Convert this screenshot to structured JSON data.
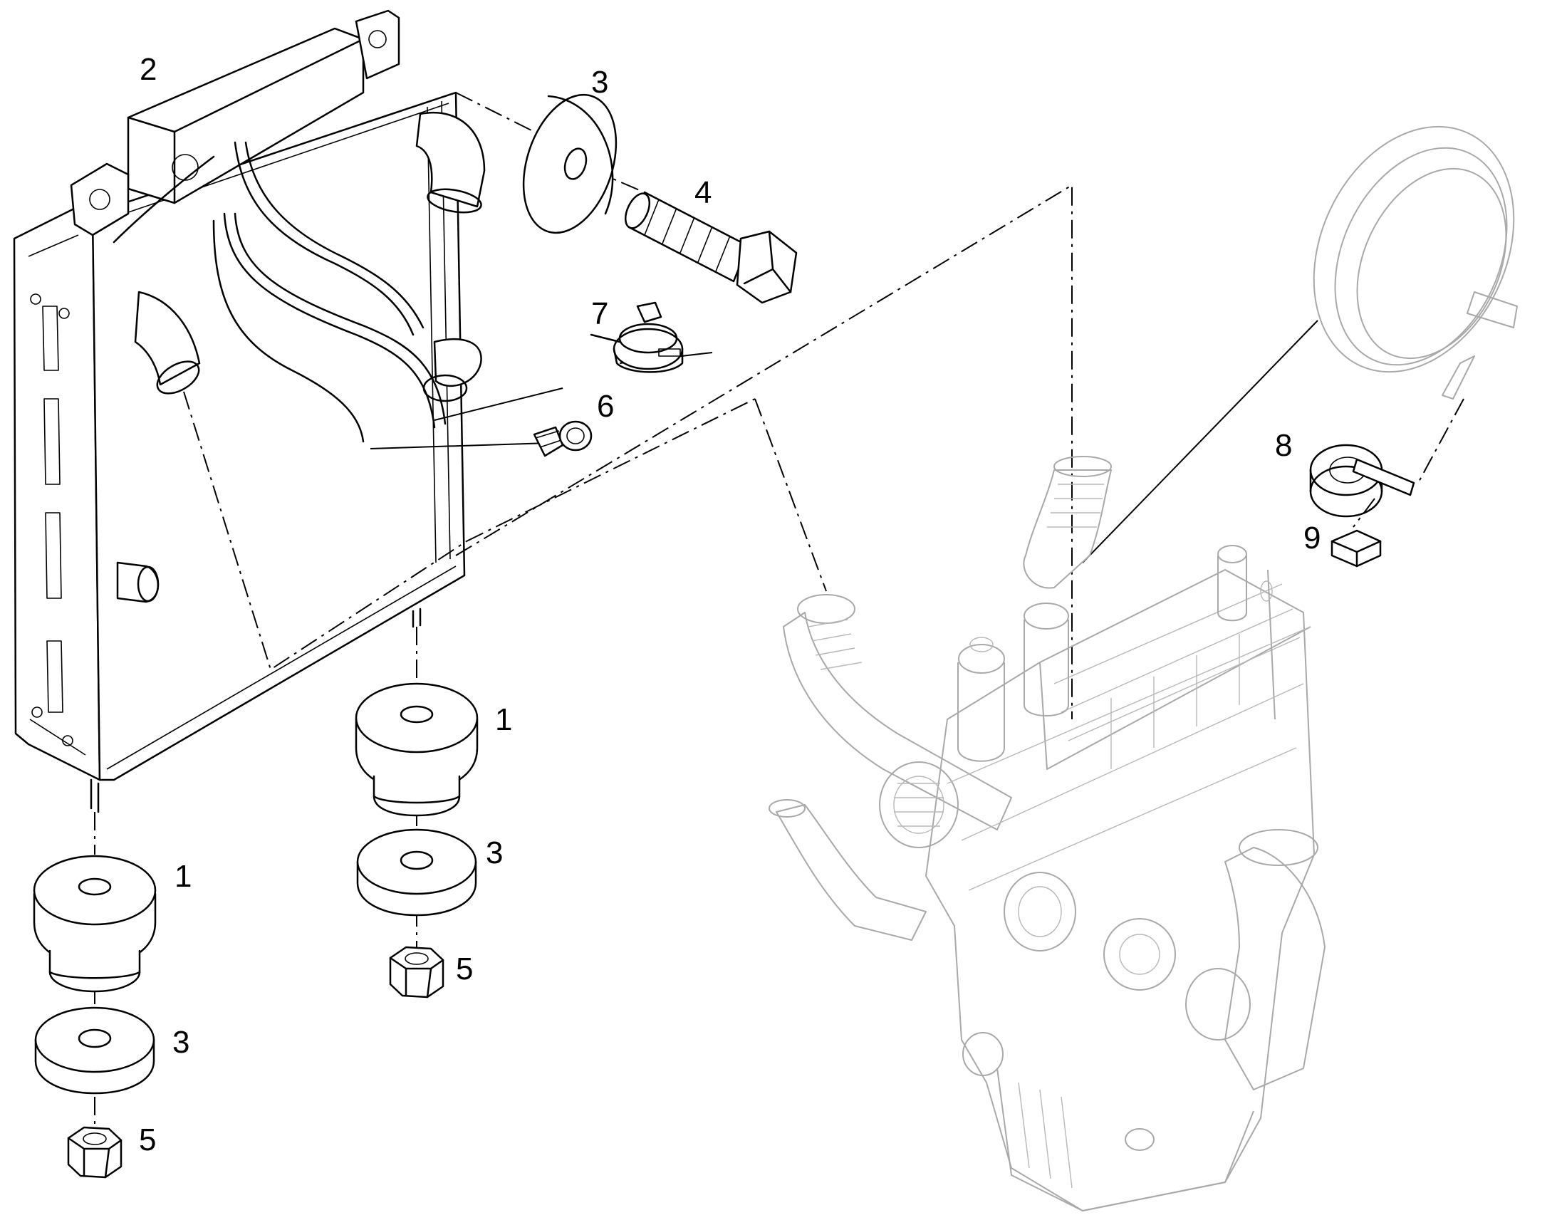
{
  "callouts": {
    "c1_upper": "1",
    "c1_lower": "1",
    "c2": "2",
    "c3_top": "3",
    "c3_mid": "3",
    "c3_low": "3",
    "c4": "4",
    "c5_mid": "5",
    "c5_low": "5",
    "c6": "6",
    "c7": "7",
    "c8": "8",
    "c9": "9"
  },
  "colors": {
    "line": "#000000",
    "ghost_line": "#a9a9a9",
    "background": "#ffffff"
  }
}
